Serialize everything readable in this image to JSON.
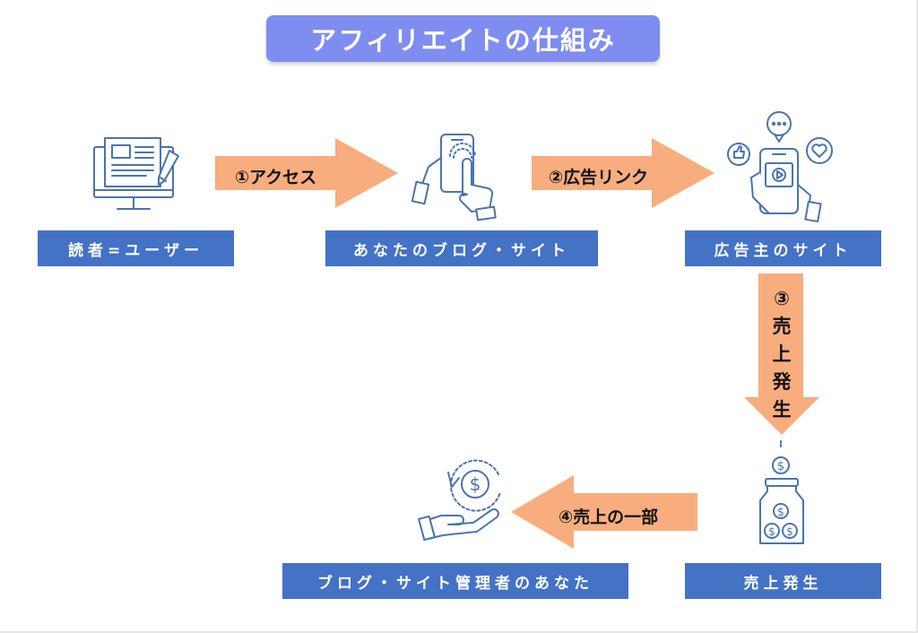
{
  "title": "アフィリエイトの仕組み",
  "nodes": {
    "reader": "読者=ユーザー",
    "your_blog": "あなたのブログ・サイト",
    "advertiser": "広告主のサイト",
    "sales": "売上発生",
    "admin": "ブログ・サイト管理者のあなた"
  },
  "steps": {
    "step1": "①アクセス",
    "step2": "②広告リンク",
    "step3": [
      "③",
      "売",
      "上",
      "発",
      "生"
    ],
    "step4": "④売上の一部"
  },
  "colors": {
    "title_bg": "#7f8df0",
    "label_bg": "#4472c4",
    "arrow": "#f8ad7e",
    "icon": "#4a74b0"
  },
  "icons": [
    "computer-document-icon",
    "smartphone-touch-icon",
    "social-phone-icon",
    "coin-jar-icon",
    "money-return-hand-icon"
  ]
}
